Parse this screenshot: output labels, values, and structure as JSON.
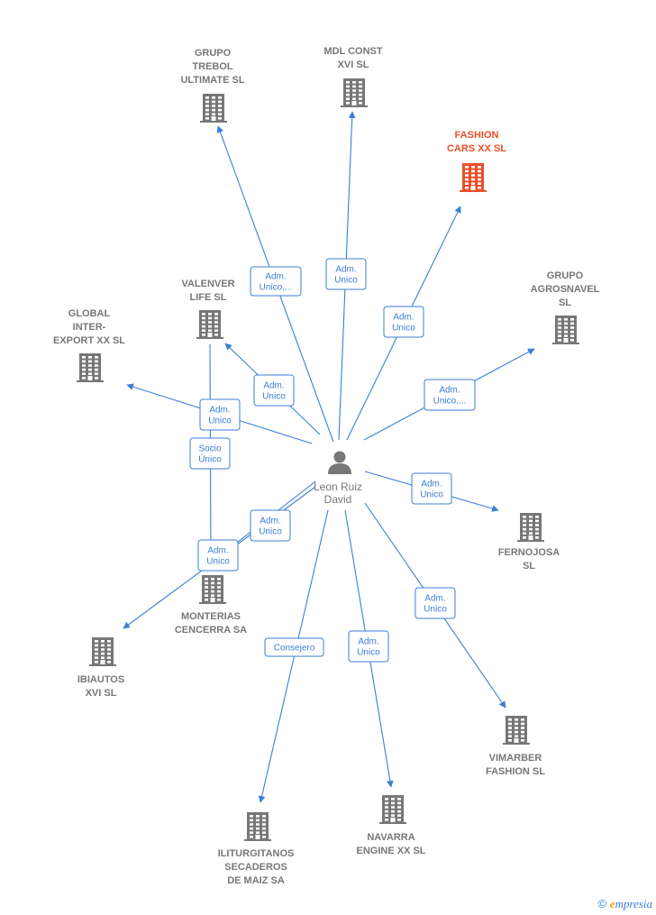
{
  "center": {
    "name": "Leon Ruiz\nDavid"
  },
  "companies": [
    {
      "id": "trebol",
      "name": "GRUPO\nTREBOL\nULTIMATE  SL"
    },
    {
      "id": "mdl",
      "name": "MDL CONST\nXVI  SL"
    },
    {
      "id": "fashioncars",
      "name": "FASHION\nCARS XX  SL",
      "highlight": true
    },
    {
      "id": "agrosnavel",
      "name": "GRUPO\nAGROSNAVEL\nSL"
    },
    {
      "id": "valenver",
      "name": "VALENVER\nLIFE  SL"
    },
    {
      "id": "global",
      "name": "GLOBAL\nINTER-\nEXPORT XX  SL"
    },
    {
      "id": "fernojosa",
      "name": "FERNOJOSA\nSL"
    },
    {
      "id": "monterias",
      "name": "MONTERIAS\nCENCERRA SA"
    },
    {
      "id": "ibiautos",
      "name": "IBIAUTOS\nXVI  SL"
    },
    {
      "id": "vimarber",
      "name": "VIMARBER\nFASHION SL"
    },
    {
      "id": "iliturgitanos",
      "name": "ILITURGITANOS\nSECADEROS\nDE MAIZ SA"
    },
    {
      "id": "navarra",
      "name": "NAVARRA\nENGINE XX  SL"
    }
  ],
  "relations": [
    {
      "target": "trebol",
      "label": "Adm.\nUnico,..."
    },
    {
      "target": "mdl",
      "label": "Adm.\nUnico"
    },
    {
      "target": "fashioncars",
      "label": "Adm.\nUnico"
    },
    {
      "target": "agrosnavel",
      "label": "Adm.\nUnico,..."
    },
    {
      "target": "valenver",
      "label": "Adm.\nUnico"
    },
    {
      "target": "global",
      "label": "Adm.\nUnico"
    },
    {
      "target": "monterias",
      "label": "Socio\nÚnico"
    },
    {
      "target": "fernojosa",
      "label": "Adm.\nUnico"
    },
    {
      "target": "monterias",
      "label": "Adm.\nUnico"
    },
    {
      "target": "ibiautos",
      "label": "Adm.\nUnico"
    },
    {
      "target": "vimarber",
      "label": "Adm.\nUnico"
    },
    {
      "target": "iliturgitanos",
      "label": "Consejero"
    },
    {
      "target": "navarra",
      "label": "Adm.\nUnico"
    }
  ],
  "footer": {
    "copyright": "©",
    "brand_first": "e",
    "brand_rest": "mpresia"
  },
  "colors": {
    "edge": "#3a7fd5",
    "building": "#777777",
    "highlight": "#e8502a"
  }
}
